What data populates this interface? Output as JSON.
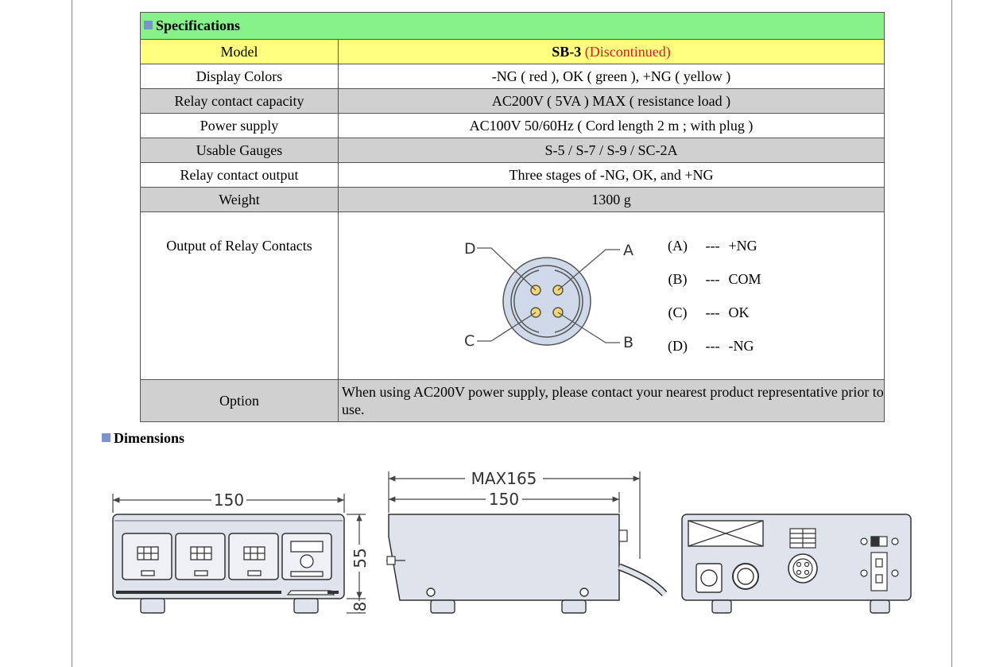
{
  "spec": {
    "title": "Specifications",
    "model_label": "Model",
    "model_name": "SB-3",
    "model_status": "(Discontinued)",
    "rows": [
      {
        "label": "Display Colors",
        "value": "-NG ( red ),  OK ( green ),  +NG ( yellow )"
      },
      {
        "label": "Relay contact capacity",
        "value": "AC200V ( 5VA ) MAX ( resistance load )"
      },
      {
        "label": "Power supply",
        "value": "AC100V  50/60Hz  ( Cord length 2 m ; with plug )"
      },
      {
        "label": "Usable Gauges",
        "value": "S-5 / S-7 / S-9 / SC-2A"
      },
      {
        "label": "Relay contact output",
        "value": "Three stages of -NG, OK, and +NG"
      },
      {
        "label": "Weight",
        "value": "1300 g"
      }
    ],
    "relay_label": "Output of Relay Contacts",
    "connector": {
      "a": "A",
      "b": "B",
      "c": "C",
      "d": "D"
    },
    "contacts": [
      {
        "key": "(A)",
        "dash": "---",
        "value": "+NG"
      },
      {
        "key": "(B)",
        "dash": "---",
        "value": "COM"
      },
      {
        "key": "(C)",
        "dash": "---",
        "value": "OK"
      },
      {
        "key": "(D)",
        "dash": "---",
        "value": "-NG"
      }
    ],
    "option_label": "Option",
    "option_value": "When using AC200V power supply, please contact your nearest product representative prior to use."
  },
  "dimensions": {
    "title": "Dimensions",
    "front_width": "150",
    "front_height": "55",
    "foot_height": "8",
    "side_max": "MAX165",
    "side_width": "150"
  }
}
